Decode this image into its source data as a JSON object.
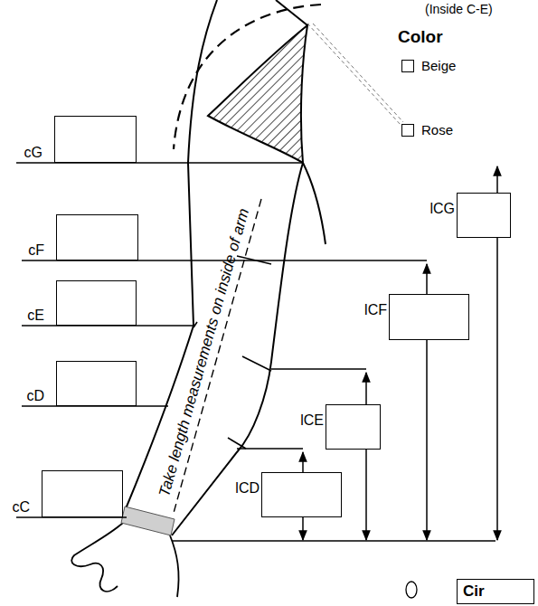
{
  "diagram": {
    "nodes": [
      {
        "text": [
          "Beige"
        ]
      },
      {
        "text": [
          "Rose"
        ]
      },
      {
        "text": [
          "cG"
        ]
      },
      {
        "text": [
          "lCG"
        ]
      },
      {
        "text": [
          "cF"
        ]
      },
      {
        "text": [
          "lCF"
        ]
      },
      {
        "text": [
          "cE"
        ]
      },
      {
        "text": [
          "cD"
        ]
      },
      {
        "text": [
          "lCE"
        ]
      },
      {
        "text": [
          "lCD"
        ]
      },
      {
        "text": [
          "cC"
        ]
      },
      {
        "text": [
          "Cir"
        ]
      }
    ],
    "labels": [
      "(Inside C-E)",
      "Color",
      "Take length measurements on inside of arm"
    ]
  }
}
